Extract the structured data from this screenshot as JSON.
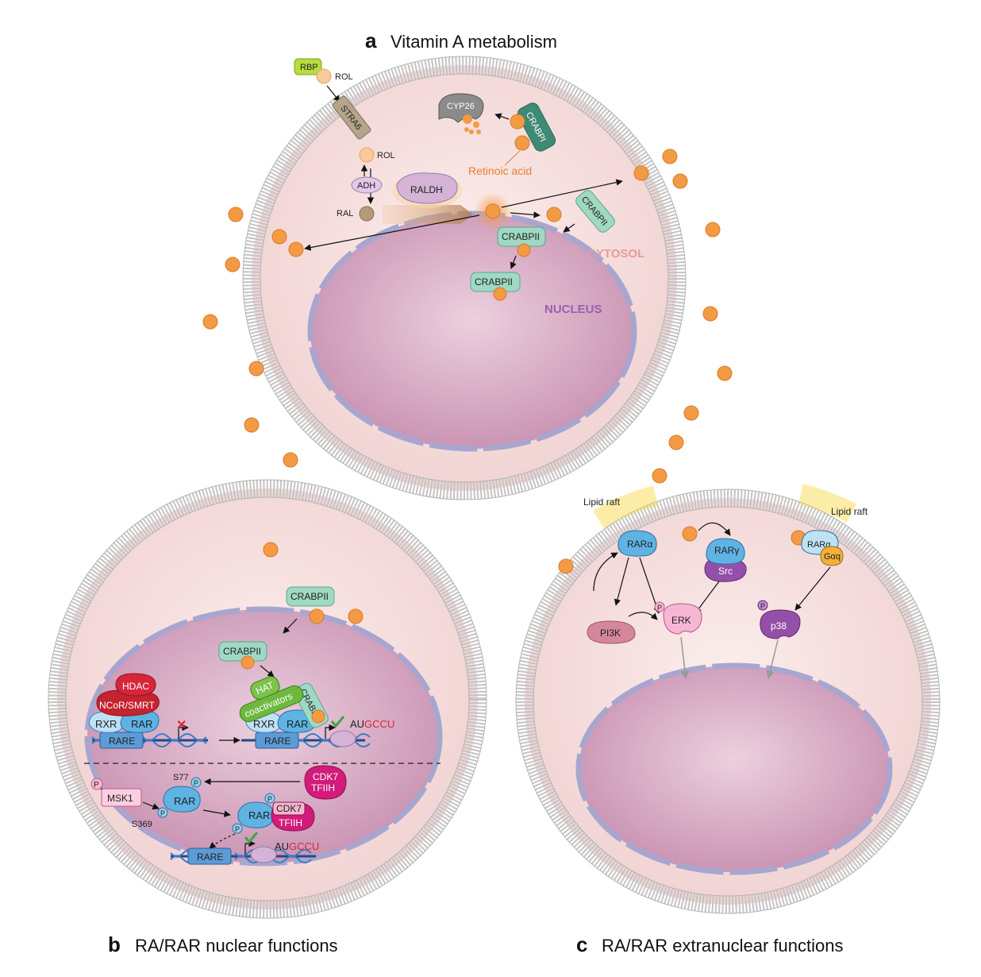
{
  "panels": {
    "a": {
      "letter": "a",
      "title": "Vitamin A metabolism"
    },
    "b": {
      "letter": "b",
      "title": "RA/RAR nuclear functions"
    },
    "c": {
      "letter": "c",
      "title": "RA/RAR extranuclear functions"
    }
  },
  "panel_a": {
    "rbp": "RBP",
    "rol_outer": "ROL",
    "stra6": "STRA6",
    "rol_inner": "ROL",
    "adh": "ADH",
    "ral": "RAL",
    "raldh": "RALDH",
    "cyp26": "CYP26",
    "crabpi": "CRABPI",
    "retinoic_acid": "Retinoic acid",
    "crabpii_1": "CRABPII",
    "crabpii_2": "CRABPII",
    "crabpii_3": "CRABPII",
    "cytosol": "CYTOSOL",
    "nucleus": "NUCLEUS"
  },
  "panel_b": {
    "crabpii_cyto": "CRABPII",
    "crabpii_nuc": "CRABPII",
    "hdac": "HDAC",
    "ncor": "NCoR/SMRT",
    "rxr_left": "RXR",
    "rar_left": "RAR",
    "rare_left": "RARE",
    "hat": "HAT",
    "coactivators": "coactivators",
    "crabpii_bound": "CRABPII",
    "rxr_right": "RXR",
    "rar_right": "RAR",
    "rare_right": "RARE",
    "mrna_top": {
      "au": "AU",
      "gccu": "GCCU"
    },
    "msk1": "MSK1",
    "p_msk1": "P",
    "s77": "S77",
    "s369": "S369",
    "rar_phos": "RAR",
    "p_s77": "P",
    "p_s369": "P",
    "cdk7_top": "CDK7",
    "tfiih_top": "TFIIH",
    "rar_bottom": "RAR",
    "p_bottom_top": "P",
    "p_bottom_left": "P",
    "cdk7_bottom": "CDK7",
    "tfiih_bottom": "TFIIH",
    "rare_bottom": "RARE",
    "mrna_bottom": {
      "au": "AU",
      "gccu": "GCCU"
    }
  },
  "panel_c": {
    "lipid_raft_left": "Lipid raft",
    "lipid_raft_right": "Lipid raft",
    "rara_left": "RARα",
    "rarg": "RARγ",
    "src": "Src",
    "rara_right": "RARα",
    "gaq": "Gαq",
    "pi3k": "PI3K",
    "erk": "ERK",
    "p_erk": "P",
    "p38": "p38",
    "p_p38": "P"
  },
  "colors": {
    "ra": "#f39a45",
    "membrane": "#bdbdbd",
    "cell_fill": "#f8e4e2",
    "nucleus_fill": "#dcb3c8",
    "nuc_env": "#a7a4cc",
    "crabpii": "#9fd9c3",
    "rar": "#5eb3e3",
    "hdac": "#d7253a",
    "hat": "#6fb83f",
    "cdk7": "#d21b7a",
    "msk1": "#f5b7cf",
    "erk": "#f7b7d4",
    "pi3k": "#d4879a",
    "p38": "#9450a8",
    "lipid_raft": "#f6d83c"
  }
}
